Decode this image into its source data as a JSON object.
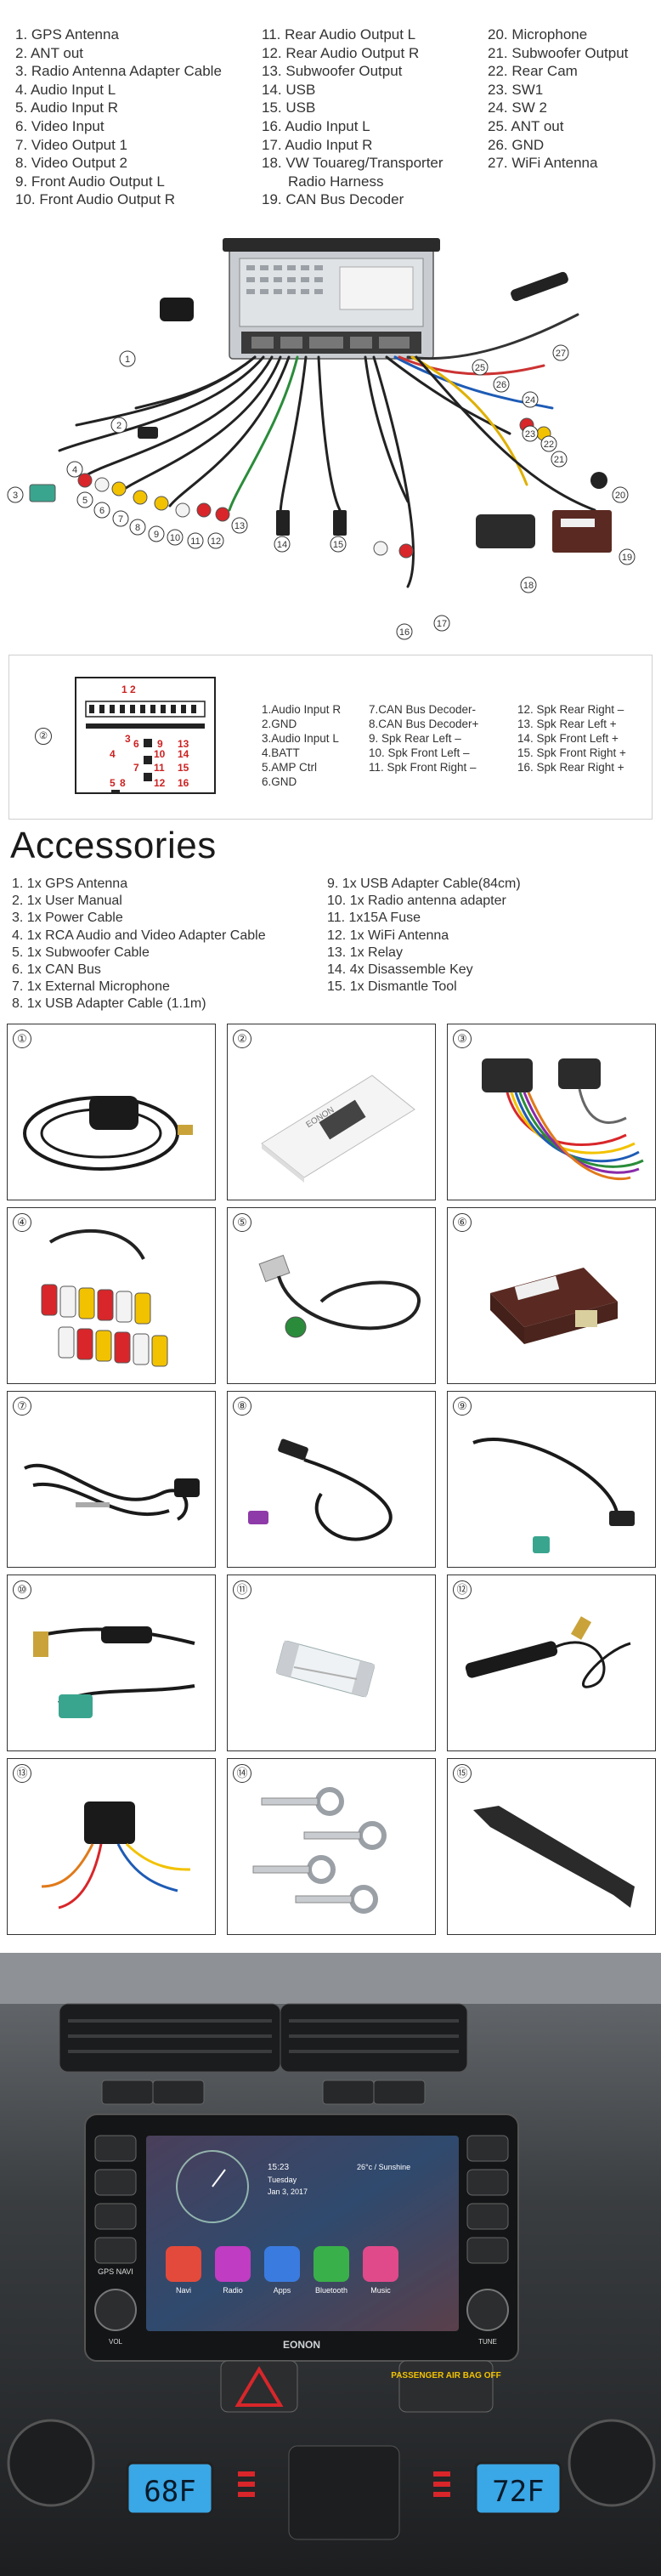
{
  "wiring": {
    "labels": [
      "1. GPS Antenna",
      "2. ANT out",
      "3. Radio Antenna Adapter Cable",
      "4. Audio Input L",
      "5. Audio Input R",
      "6. Video Input",
      "7. Video Output 1",
      "8. Video Output 2",
      "9. Front Audio Output L",
      "10. Front Audio Output R",
      "11. Rear Audio Output L",
      "12. Rear Audio Output R",
      "13. Subwoofer Output",
      "14. USB",
      "15. USB",
      "16. Audio Input L",
      "17. Audio Input R",
      "18. VW Touareg/Transporter",
      "Radio Harness",
      "19. CAN Bus Decoder",
      "20. Microphone",
      "21. Subwoofer Output",
      "22. Rear Cam",
      "23. SW1",
      "24. SW 2",
      "25. ANT out",
      "26. GND",
      "27. WiFi Antenna"
    ],
    "callouts": [
      "1",
      "2",
      "3",
      "4",
      "5",
      "6",
      "7",
      "8",
      "9",
      "10",
      "11",
      "12",
      "13",
      "14",
      "15",
      "16",
      "17",
      "18",
      "19",
      "20",
      "21",
      "22",
      "23",
      "24",
      "25",
      "26",
      "27"
    ]
  },
  "pinout": {
    "marker": "②",
    "connector_numbers": [
      "1",
      "2",
      "3",
      "4",
      "5",
      "6",
      "7",
      "8",
      "9",
      "10",
      "11",
      "12",
      "13",
      "14",
      "15",
      "16"
    ],
    "columns": [
      [
        "1.Audio Input R",
        "2.GND",
        "3.Audio Input L",
        "4.BATT",
        "5.AMP Ctrl",
        "6.GND"
      ],
      [
        "7.CAN Bus Decoder-",
        "8.CAN Bus Decoder+",
        "9. Spk Rear Left –",
        "10. Spk Front Left –",
        "11. Spk Front Right –"
      ],
      [
        "12. Spk Rear Right –",
        "13. Spk Rear Left +",
        "14. Spk Front Left +",
        "15. Spk Front Right +",
        "16. Spk Rear Right +"
      ]
    ]
  },
  "accessories": {
    "title": "Accessories",
    "col1": [
      "1. 1x GPS Antenna",
      "2. 1x User Manual",
      "3. 1x Power Cable",
      "4. 1x RCA Audio and Video Adapter Cable",
      "5. 1x Subwoofer Cable",
      "6. 1x CAN Bus",
      "7. 1x External Microphone",
      "8. 1x USB Adapter Cable (1.1m)"
    ],
    "col2": [
      "9. 1x USB Adapter Cable(84cm)",
      "10. 1x Radio antenna adapter",
      "11. 1x15A Fuse",
      "12. 1x WiFi Antenna",
      "13. 1x Relay",
      "14. 4x Disassemble Key",
      "15. 1x Dismantle Tool"
    ],
    "tiles": [
      {
        "num": "①",
        "icon": "gps-antenna-icon"
      },
      {
        "num": "②",
        "icon": "user-manual-icon"
      },
      {
        "num": "③",
        "icon": "power-cable-icon"
      },
      {
        "num": "④",
        "icon": "rca-cable-icon"
      },
      {
        "num": "⑤",
        "icon": "subwoofer-cable-icon"
      },
      {
        "num": "⑥",
        "icon": "canbus-box-icon"
      },
      {
        "num": "⑦",
        "icon": "microphone-icon"
      },
      {
        "num": "⑧",
        "icon": "usb-cable-icon"
      },
      {
        "num": "⑨",
        "icon": "usb-cable-long-icon"
      },
      {
        "num": "⑩",
        "icon": "radio-antenna-adapter-icon"
      },
      {
        "num": "⑪",
        "icon": "fuse-icon"
      },
      {
        "num": "⑫",
        "icon": "wifi-antenna-icon"
      },
      {
        "num": "⑬",
        "icon": "relay-icon"
      },
      {
        "num": "⑭",
        "icon": "disassemble-keys-icon"
      },
      {
        "num": "⑮",
        "icon": "dismantle-tool-icon"
      }
    ]
  },
  "photo": {
    "screen": {
      "time": "15:23",
      "day": "Tuesday",
      "date": "Jan 3, 2017",
      "weather": "26°c / Sunshine",
      "apps": [
        "Navi",
        "Radio",
        "Apps",
        "Bluetooth",
        "Music"
      ],
      "brand": "EONON"
    },
    "labels": {
      "airbag": "PASSENGER AIR BAG OFF",
      "left_temp": "68F",
      "right_temp": "72F",
      "gps_btn": "GPS NAVI",
      "vol": "VOL",
      "tune": "TUNE"
    }
  },
  "colors": {
    "accent_red": "#cc2222",
    "rca_red": "#d8262a",
    "rca_white": "#f3f3f3",
    "rca_yellow": "#f2c200",
    "lcd_blue": "#3aa7e6"
  }
}
